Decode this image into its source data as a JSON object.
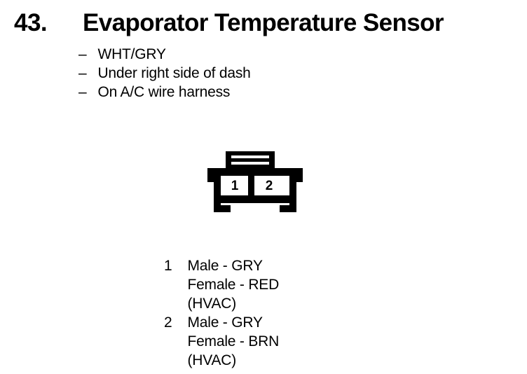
{
  "page": {
    "background_color": "#FFFFFF",
    "ink_color": "#000000"
  },
  "heading": {
    "number": "43.",
    "title": "Evaporator Temperature Sensor"
  },
  "bullets": {
    "dash": "–",
    "items": [
      "WHT/GRY",
      "Under right side of dash",
      "On A/C wire harness"
    ]
  },
  "connector": {
    "icon_name": "two-pin-connector-diagram",
    "pin_labels": [
      "1",
      "2"
    ],
    "cavity_count": 2,
    "latch_slots": 2
  },
  "legend": {
    "groups": [
      {
        "pin": "1",
        "lines": [
          "Male - GRY",
          "Female - RED",
          "(HVAC)"
        ]
      },
      {
        "pin": "2",
        "lines": [
          "Male - GRY",
          "Female - BRN",
          "(HVAC)"
        ]
      }
    ]
  }
}
